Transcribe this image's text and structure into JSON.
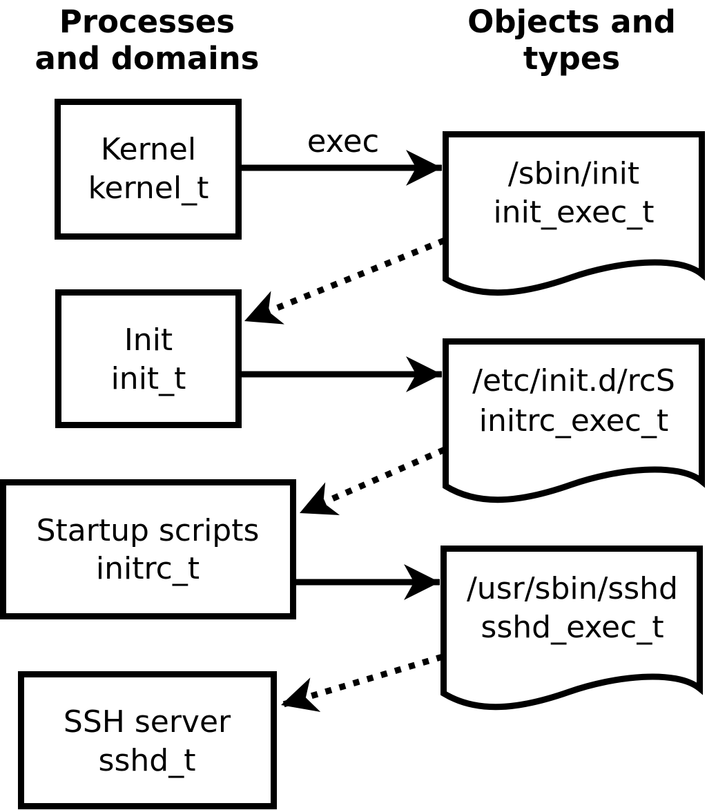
{
  "page": {
    "background": "#ffffff",
    "ink": "#000000"
  },
  "headers": {
    "left": {
      "line1": "Processes",
      "line2": "and domains"
    },
    "right": {
      "line1": "Objects and",
      "line2": "types"
    }
  },
  "processes": [
    {
      "name": "Kernel",
      "type": "kernel_t"
    },
    {
      "name": "Init",
      "type": "init_t"
    },
    {
      "name": "Startup scripts",
      "type": "initrc_t"
    },
    {
      "name": "SSH server",
      "type": "sshd_t"
    }
  ],
  "objects": [
    {
      "path": "/sbin/init",
      "type": "init_exec_t"
    },
    {
      "path": "/etc/init.d/rcS",
      "type": "initrc_exec_t"
    },
    {
      "path": "/usr/sbin/sshd",
      "type": "sshd_exec_t"
    }
  ],
  "arrows": {
    "exec_label": "exec",
    "solid": [
      {
        "from": "Kernel",
        "to": "/sbin/init",
        "label": "exec"
      },
      {
        "from": "Init",
        "to": "/etc/init.d/rcS",
        "label": ""
      },
      {
        "from": "Startup scripts",
        "to": "/usr/sbin/sshd",
        "label": ""
      }
    ],
    "dotted": [
      {
        "from": "/sbin/init",
        "to": "Init"
      },
      {
        "from": "/etc/init.d/rcS",
        "to": "Startup scripts"
      },
      {
        "from": "/usr/sbin/sshd",
        "to": "SSH server"
      }
    ]
  }
}
